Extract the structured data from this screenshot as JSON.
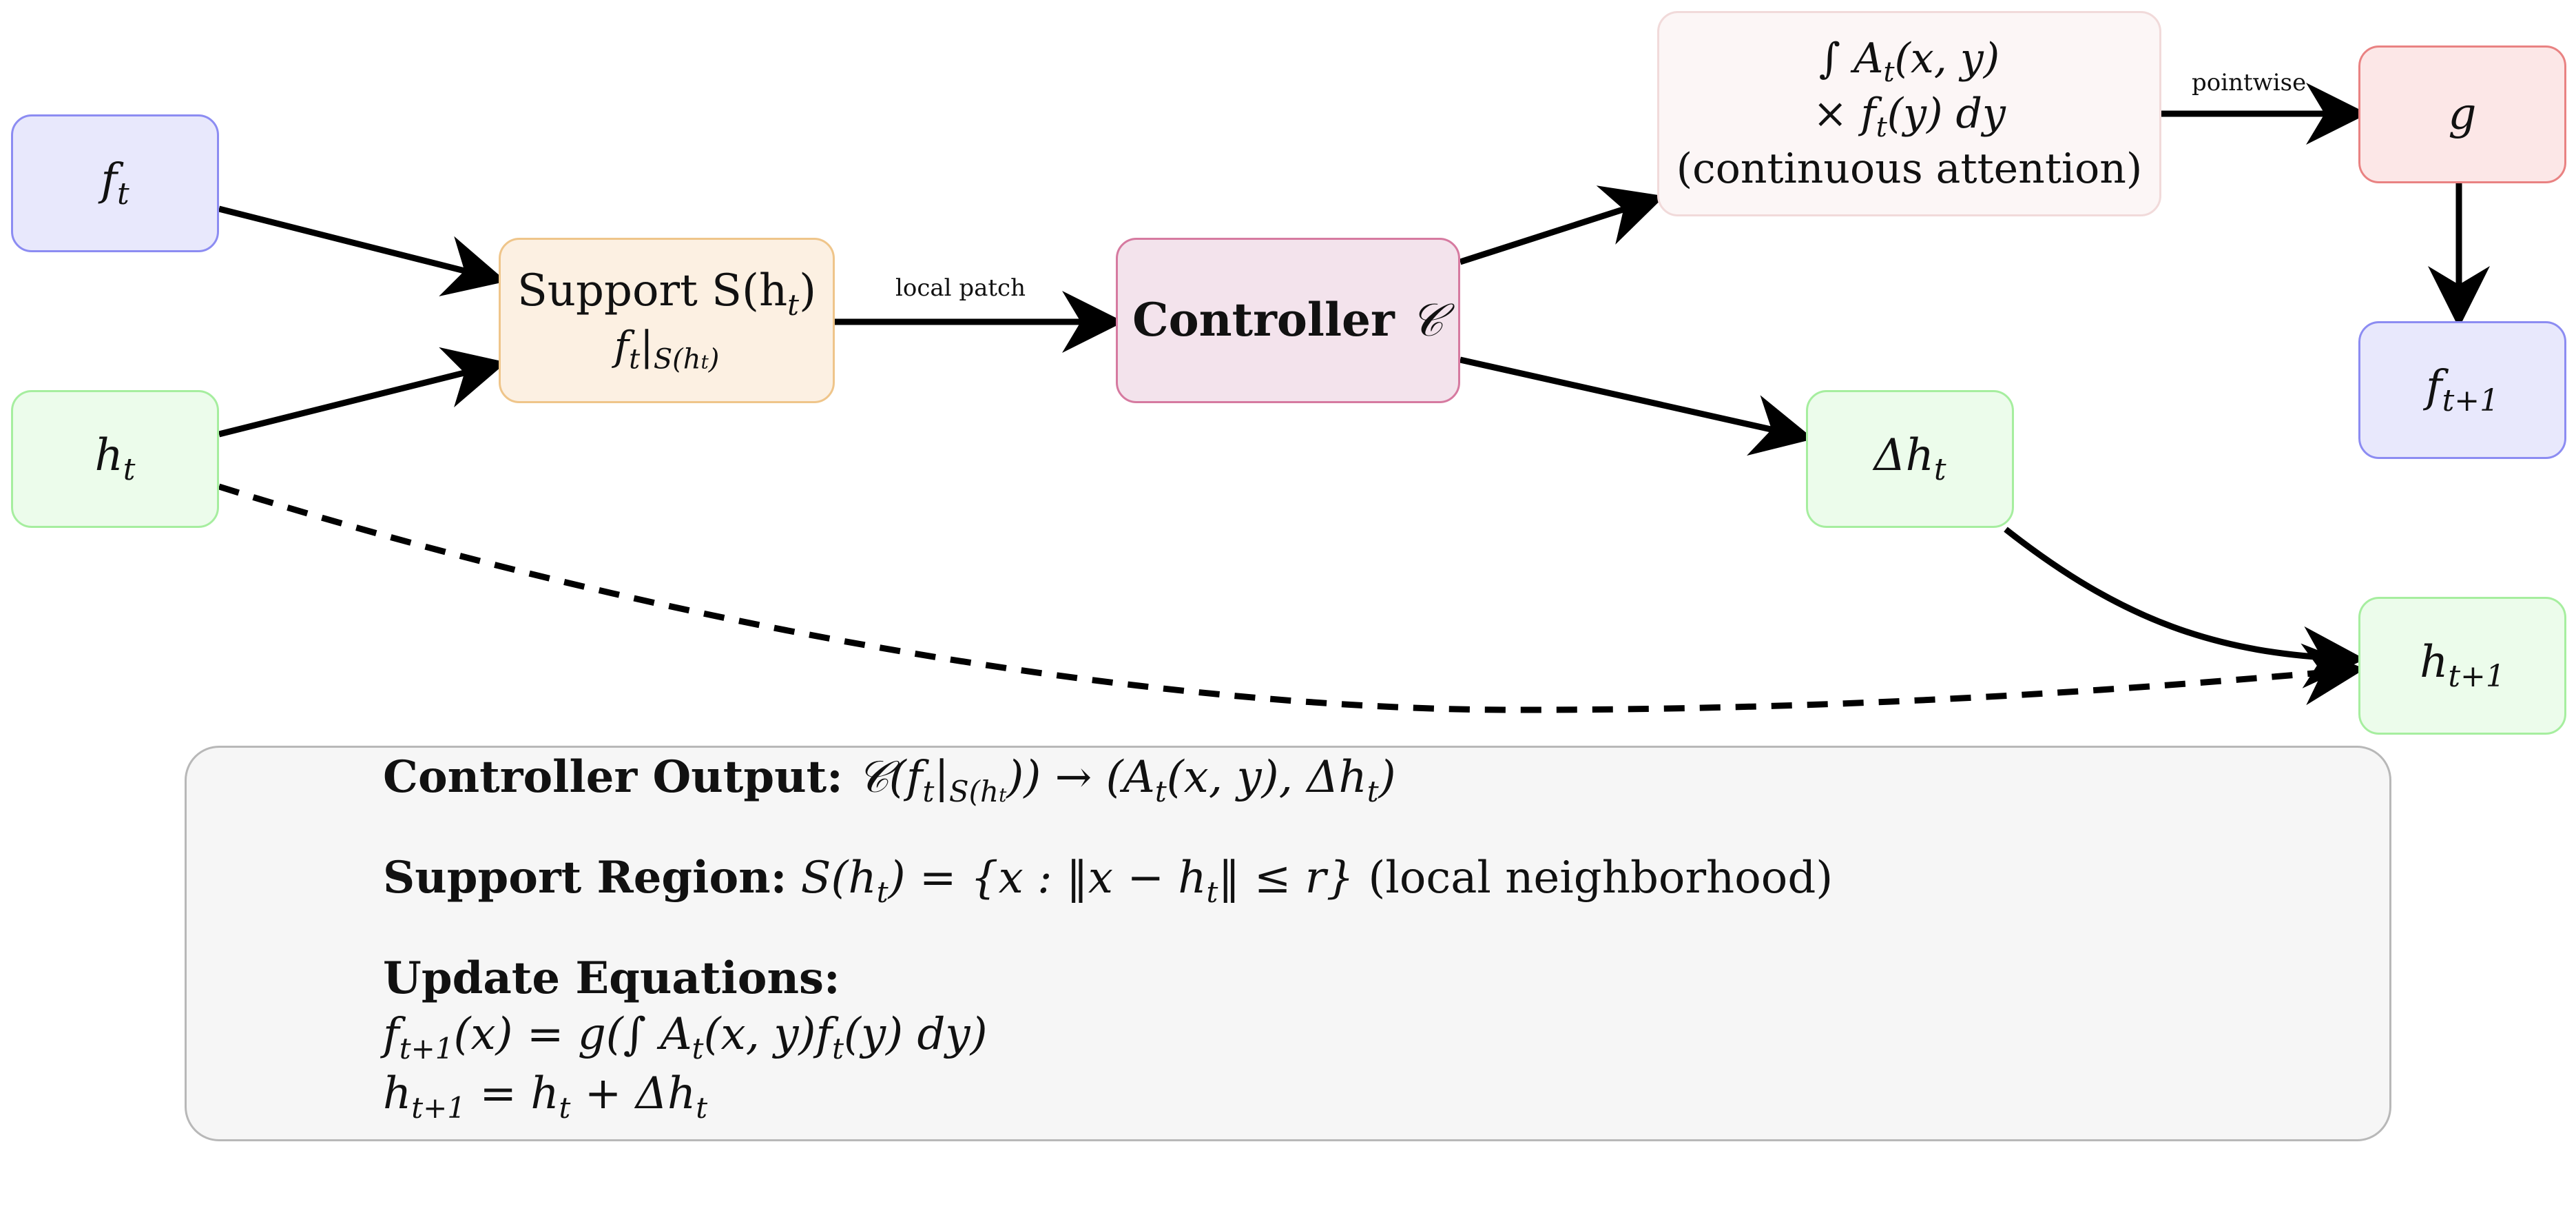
{
  "nodes": {
    "f_t": {
      "symbol": "f",
      "sub": "t"
    },
    "h_t": {
      "symbol": "h",
      "sub": "t"
    },
    "support": {
      "line1": "Support S(h",
      "line1_sub": "t",
      "line1_end": ")",
      "line2": "f",
      "line2_sub": "t",
      "line2_bar": "|",
      "line2_sub2": "S(h",
      "line2_sub3": "t",
      "line2_end": ")"
    },
    "controller": {
      "label": "Controller",
      "symbol": "𝒞"
    },
    "attention": {
      "line1": "∫ A",
      "line1_sub": "t",
      "line1_end": "(x, y)",
      "line2": "× f",
      "line2_sub": "t",
      "line2_end": "(y) dy",
      "line3": "(continuous attention)"
    },
    "g": {
      "symbol": "g"
    },
    "f_next": {
      "symbol": "f",
      "sub": "t+1"
    },
    "delta_h": {
      "symbol": "Δh",
      "sub": "t"
    },
    "h_next": {
      "symbol": "h",
      "sub": "t+1"
    }
  },
  "edge_labels": {
    "local_patch": "local patch",
    "pointwise": "pointwise"
  },
  "panel": {
    "row1_label": "Controller Output:",
    "row1_math": "𝒞(f",
    "row1_sub": "t",
    "row1_math2": "|",
    "row1_sub2": "S(h",
    "row1_sub3": "t",
    "row1_math3": ")) → (A",
    "row1_sub4": "t",
    "row1_math4": "(x, y), Δh",
    "row1_sub5": "t",
    "row1_math5": ")",
    "row2_label": "Support Region:",
    "row2_math": "S(h",
    "row2_sub": "t",
    "row2_math2": ") = {x : ‖x − h",
    "row2_sub2": "t",
    "row2_math3": "‖ ≤ r}",
    "row2_note": "(local neighborhood)",
    "row3_label": "Update Equations:",
    "eq1_a": "f",
    "eq1_sub": "t+1",
    "eq1_b": "(x) = g(∫ A",
    "eq1_sub2": "t",
    "eq1_c": "(x, y)f",
    "eq1_sub3": "t",
    "eq1_d": "(y) dy)",
    "eq2_a": "h",
    "eq2_sub": "t+1",
    "eq2_b": " = h",
    "eq2_sub2": "t",
    "eq2_c": " + Δh",
    "eq2_sub3": "t"
  }
}
